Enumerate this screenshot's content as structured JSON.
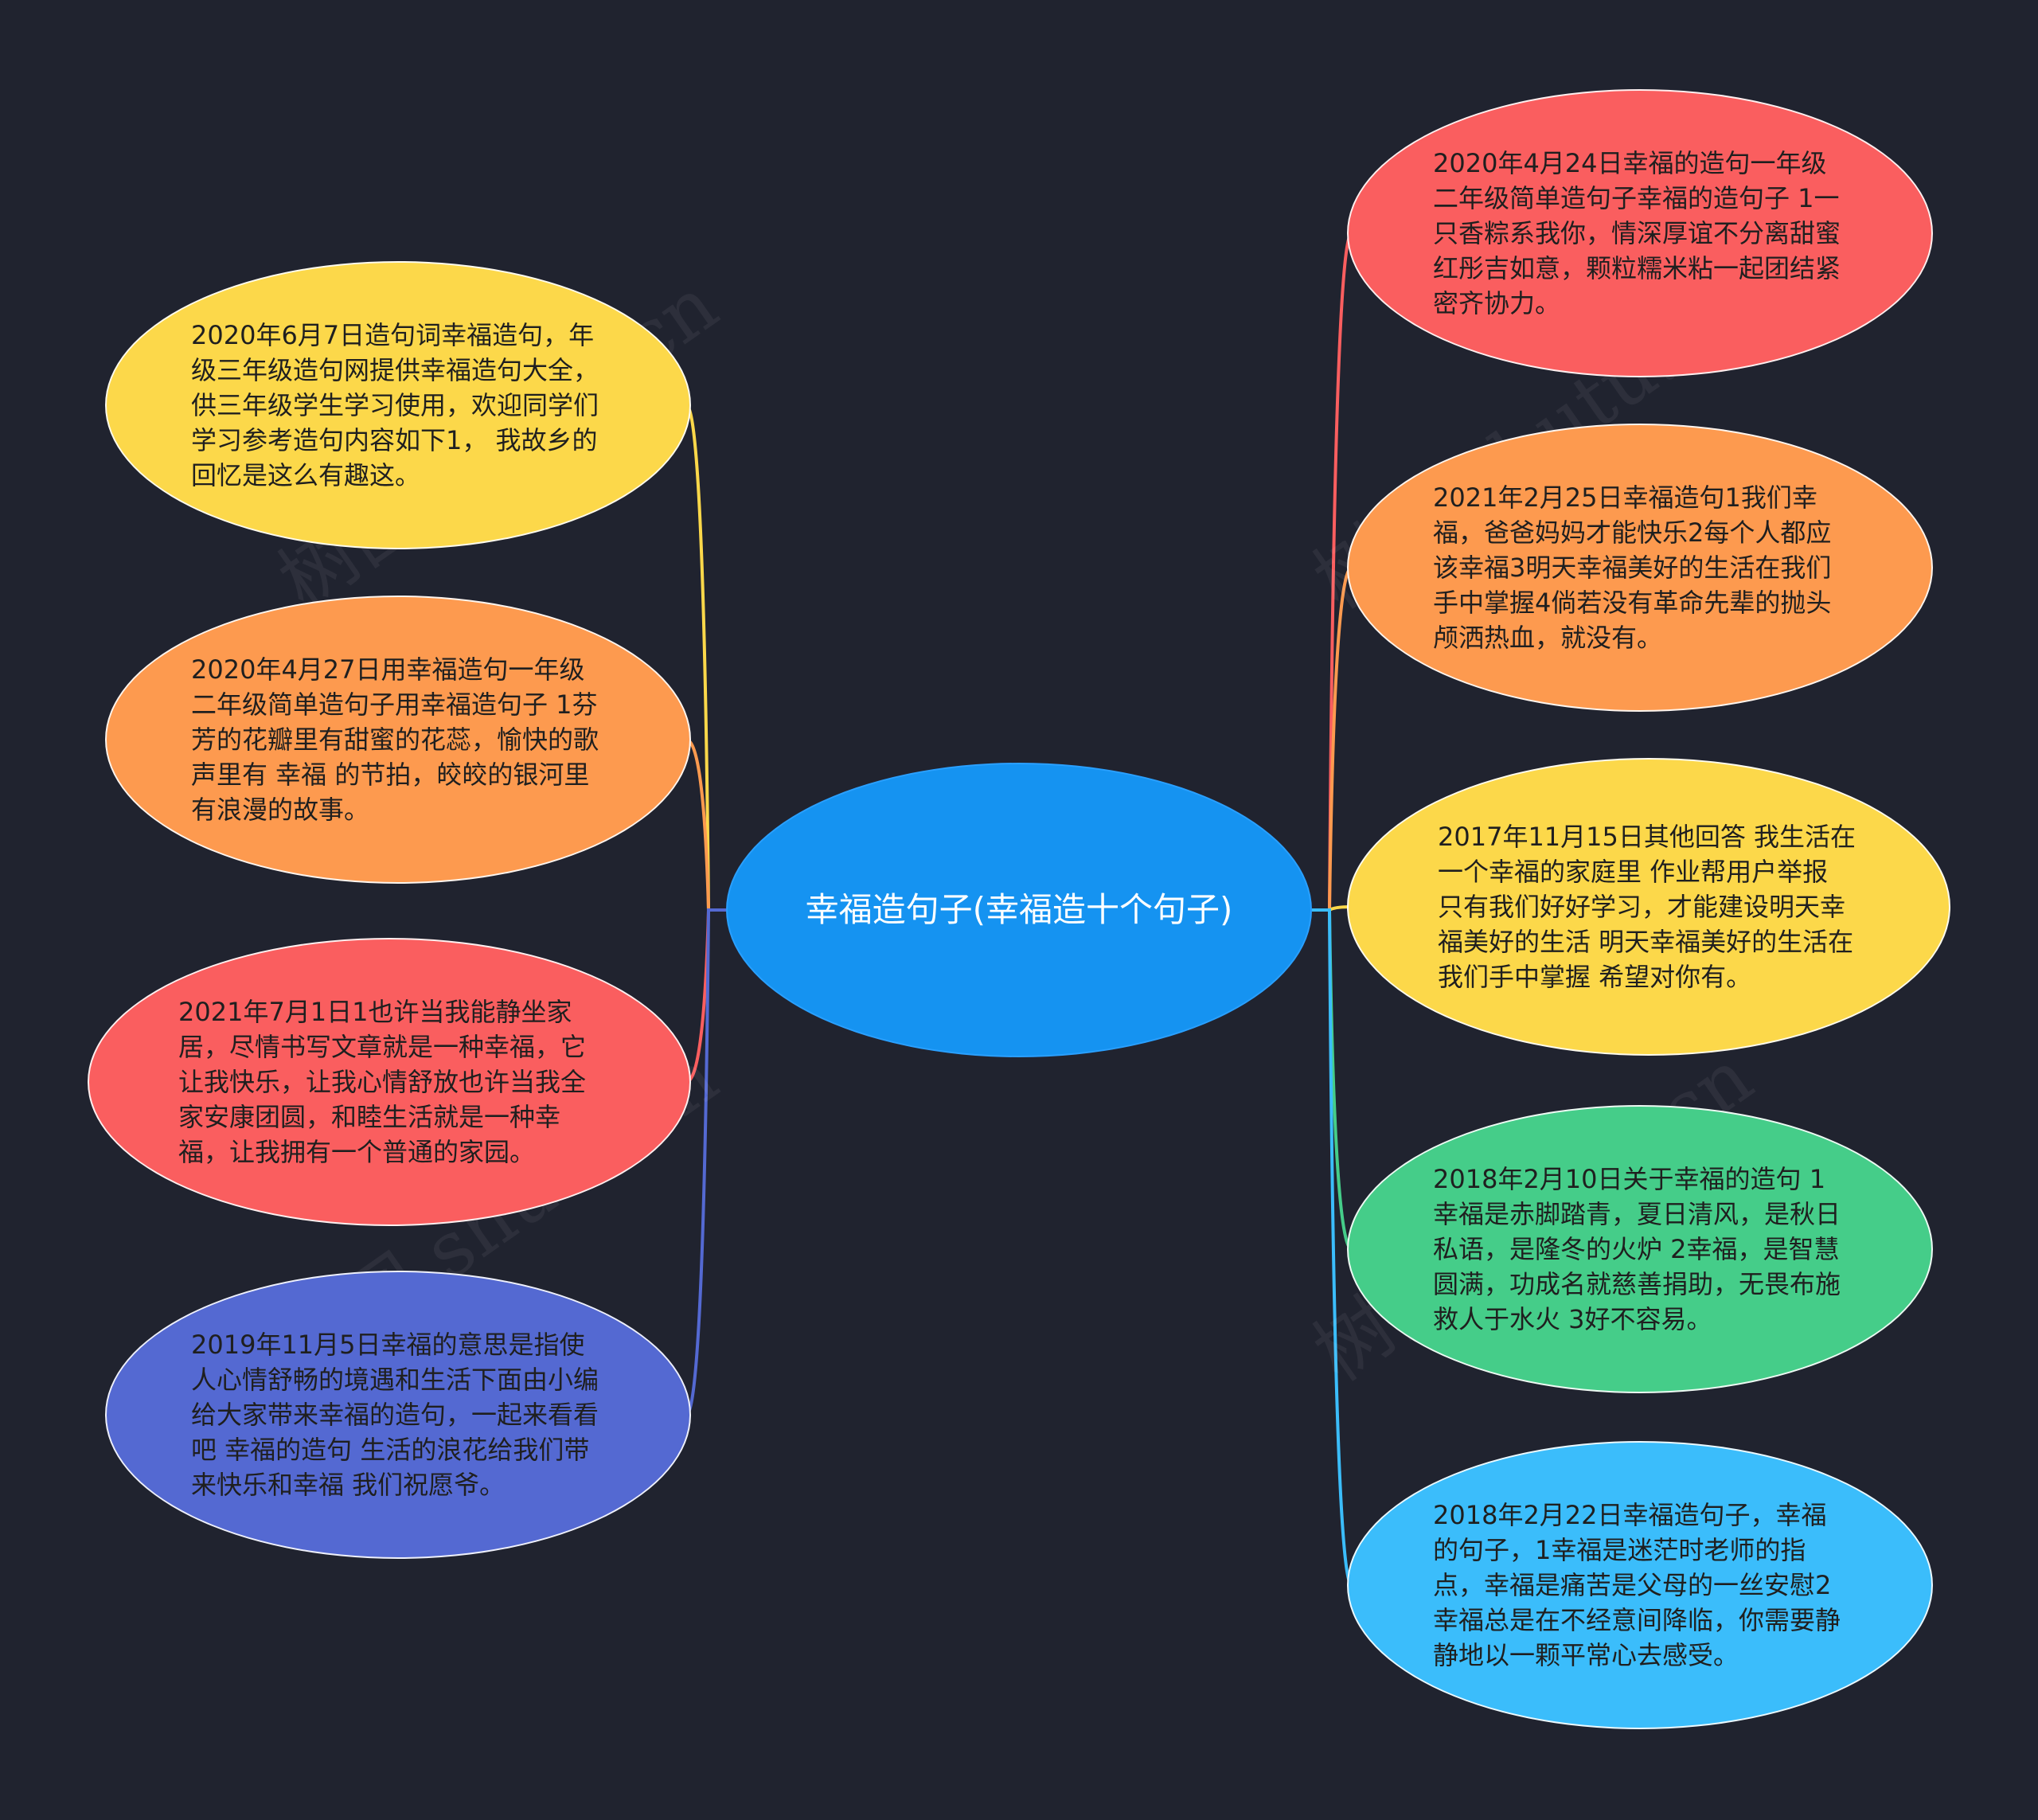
{
  "center": {
    "label": "幸福造句子(幸福造十个句子)",
    "color": "#1593f1"
  },
  "left_nodes": [
    {
      "text": "2020年6月7日造句词幸福造句，年级三年级造句网提供幸福造句大全，供三年级学生学习使用，欢迎同学们学习参考造句内容如下1， 我故乡的回忆是这么有趣这。",
      "color": "#fcd84a"
    },
    {
      "text": "2020年4月27日用幸福造句一年级二年级简单造句子用幸福造句子 1芬芳的花瓣里有甜蜜的花蕊，愉快的歌声里有 幸福 的节拍，皎皎的银河里有浪漫的故事。",
      "color": "#fd9a4f"
    },
    {
      "text": "2021年7月1日1也许当我能静坐家居，尽情书写文章就是一种幸福，它让我快乐，让我心情舒放也许当我全家安康团圆，和睦生活就是一种幸福，让我拥有一个普通的家园。",
      "color": "#fa5e5f"
    },
    {
      "text": "2019年11月5日幸福的意思是指使人心情舒畅的境遇和生活下面由小编给大家带来幸福的造句，一起来看看吧 幸福的造句 生活的浪花给我们带来快乐和幸福 我们祝愿爷。",
      "color": "#5469d2"
    }
  ],
  "right_nodes": [
    {
      "text": "2020年4月24日幸福的造句一年级二年级简单造句子幸福的造句子 1一只香粽系我你，情深厚谊不分离甜蜜红彤吉如意，颗粒糯米粘一起团结紧密齐协力。",
      "color": "#fa5e5f"
    },
    {
      "text": "2021年2月25日幸福造句1我们幸福，爸爸妈妈才能快乐2每个人都应该幸福3明天幸福美好的生活在我们手中掌握4倘若没有革命先辈的抛头颅洒热血，就没有。",
      "color": "#fd9a4f"
    },
    {
      "text": "2017年11月15日其他回答 我生活在一个幸福的家庭里 作业帮用户举报 只有我们好好学习，才能建设明天幸福美好的生活 明天幸福美好的生活在我们手中掌握 希望对你有。",
      "color": "#fcd84a"
    },
    {
      "text": "2018年2月10日关于幸福的造句 1幸福是赤脚踏青，夏日清风，是秋日私语，是隆冬的火炉 2幸福，是智慧圆满，功成名就慈善捐助，无畏布施救人于水火 3好不容易。",
      "color": "#45cd89"
    },
    {
      "text": "2018年2月22日幸福造句子，幸福的句子，1幸福是迷茫时老师的指点，幸福是痛苦是父母的一丝安慰2幸福总是在不经意间降临，你需要静静地以一颗平常心去感受。",
      "color": "#3bbdfb"
    }
  ],
  "watermark": "树图 shutu.cn"
}
